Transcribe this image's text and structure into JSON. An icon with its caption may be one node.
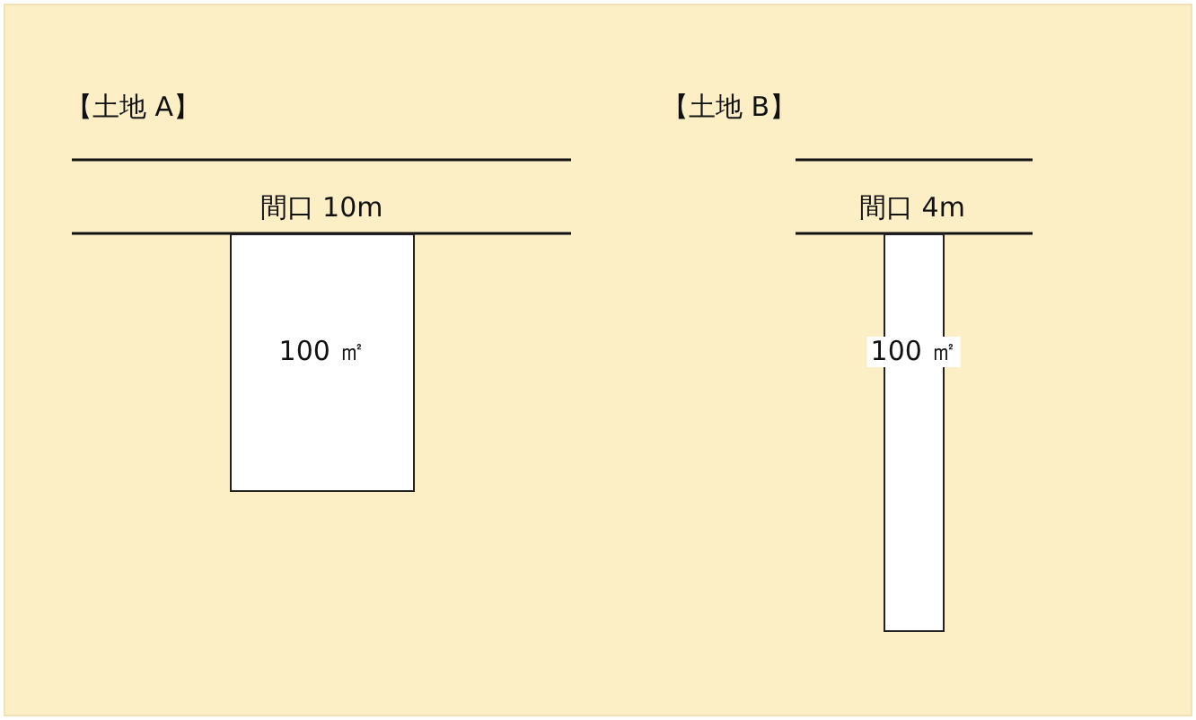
{
  "diagram": {
    "nodes": [
      {
        "text": [
          "100 ㎡"
        ]
      },
      {
        "text": [
          "100 ㎡"
        ]
      }
    ],
    "labels": [
      "【土地 A】",
      "【土地 B】",
      "間口 10m",
      "間口 4m"
    ]
  }
}
